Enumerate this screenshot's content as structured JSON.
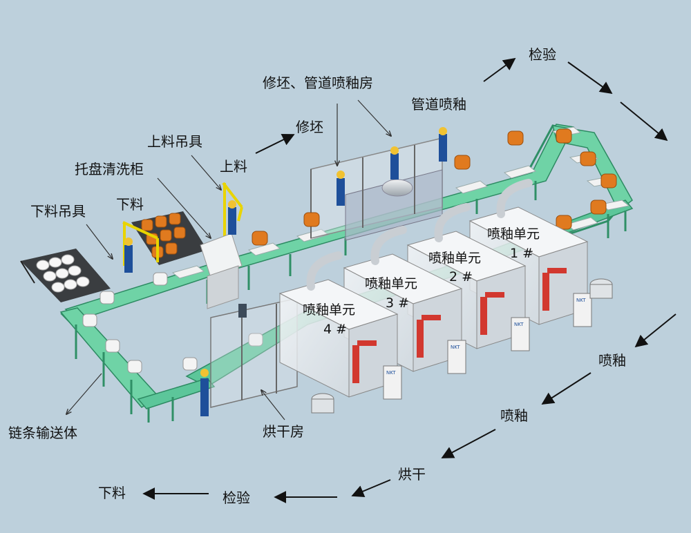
{
  "labels": {
    "xialiao_diaoju": "下料吊具",
    "tuopan_qingxigui": "托盘清洗柜",
    "xialiao": "下料",
    "shangliao_diaoju": "上料吊具",
    "shangliao": "上料",
    "xiupi": "修坯",
    "xiupi_guandao_penyoufang": "修坯、管道喷釉房",
    "guandao_penyou": "管道喷釉",
    "jianyan_top": "检验",
    "penyou_1": "喷釉",
    "penyou_2": "喷釉",
    "honggan": "烘干",
    "jianyan_bottom": "检验",
    "xialiao_bottom": "下料",
    "lianshi_shusongti": "链条输送体",
    "honggan_fang": "烘干房"
  },
  "units": [
    {
      "name": "喷釉单元",
      "num": "1 #"
    },
    {
      "name": "喷釉单元",
      "num": "2 #"
    },
    {
      "name": "喷釉单元",
      "num": "3 #"
    },
    {
      "name": "喷釉单元",
      "num": "4 #"
    }
  ],
  "panel_brand": "NKT",
  "colors": {
    "background": "#bdd0dc",
    "conveyor": "#4fbf8f",
    "toilet_orange": "#e07a1f",
    "toilet_white": "#f4f4f4",
    "worker_blue": "#1e4f9a",
    "booth": "#e8ecef"
  }
}
